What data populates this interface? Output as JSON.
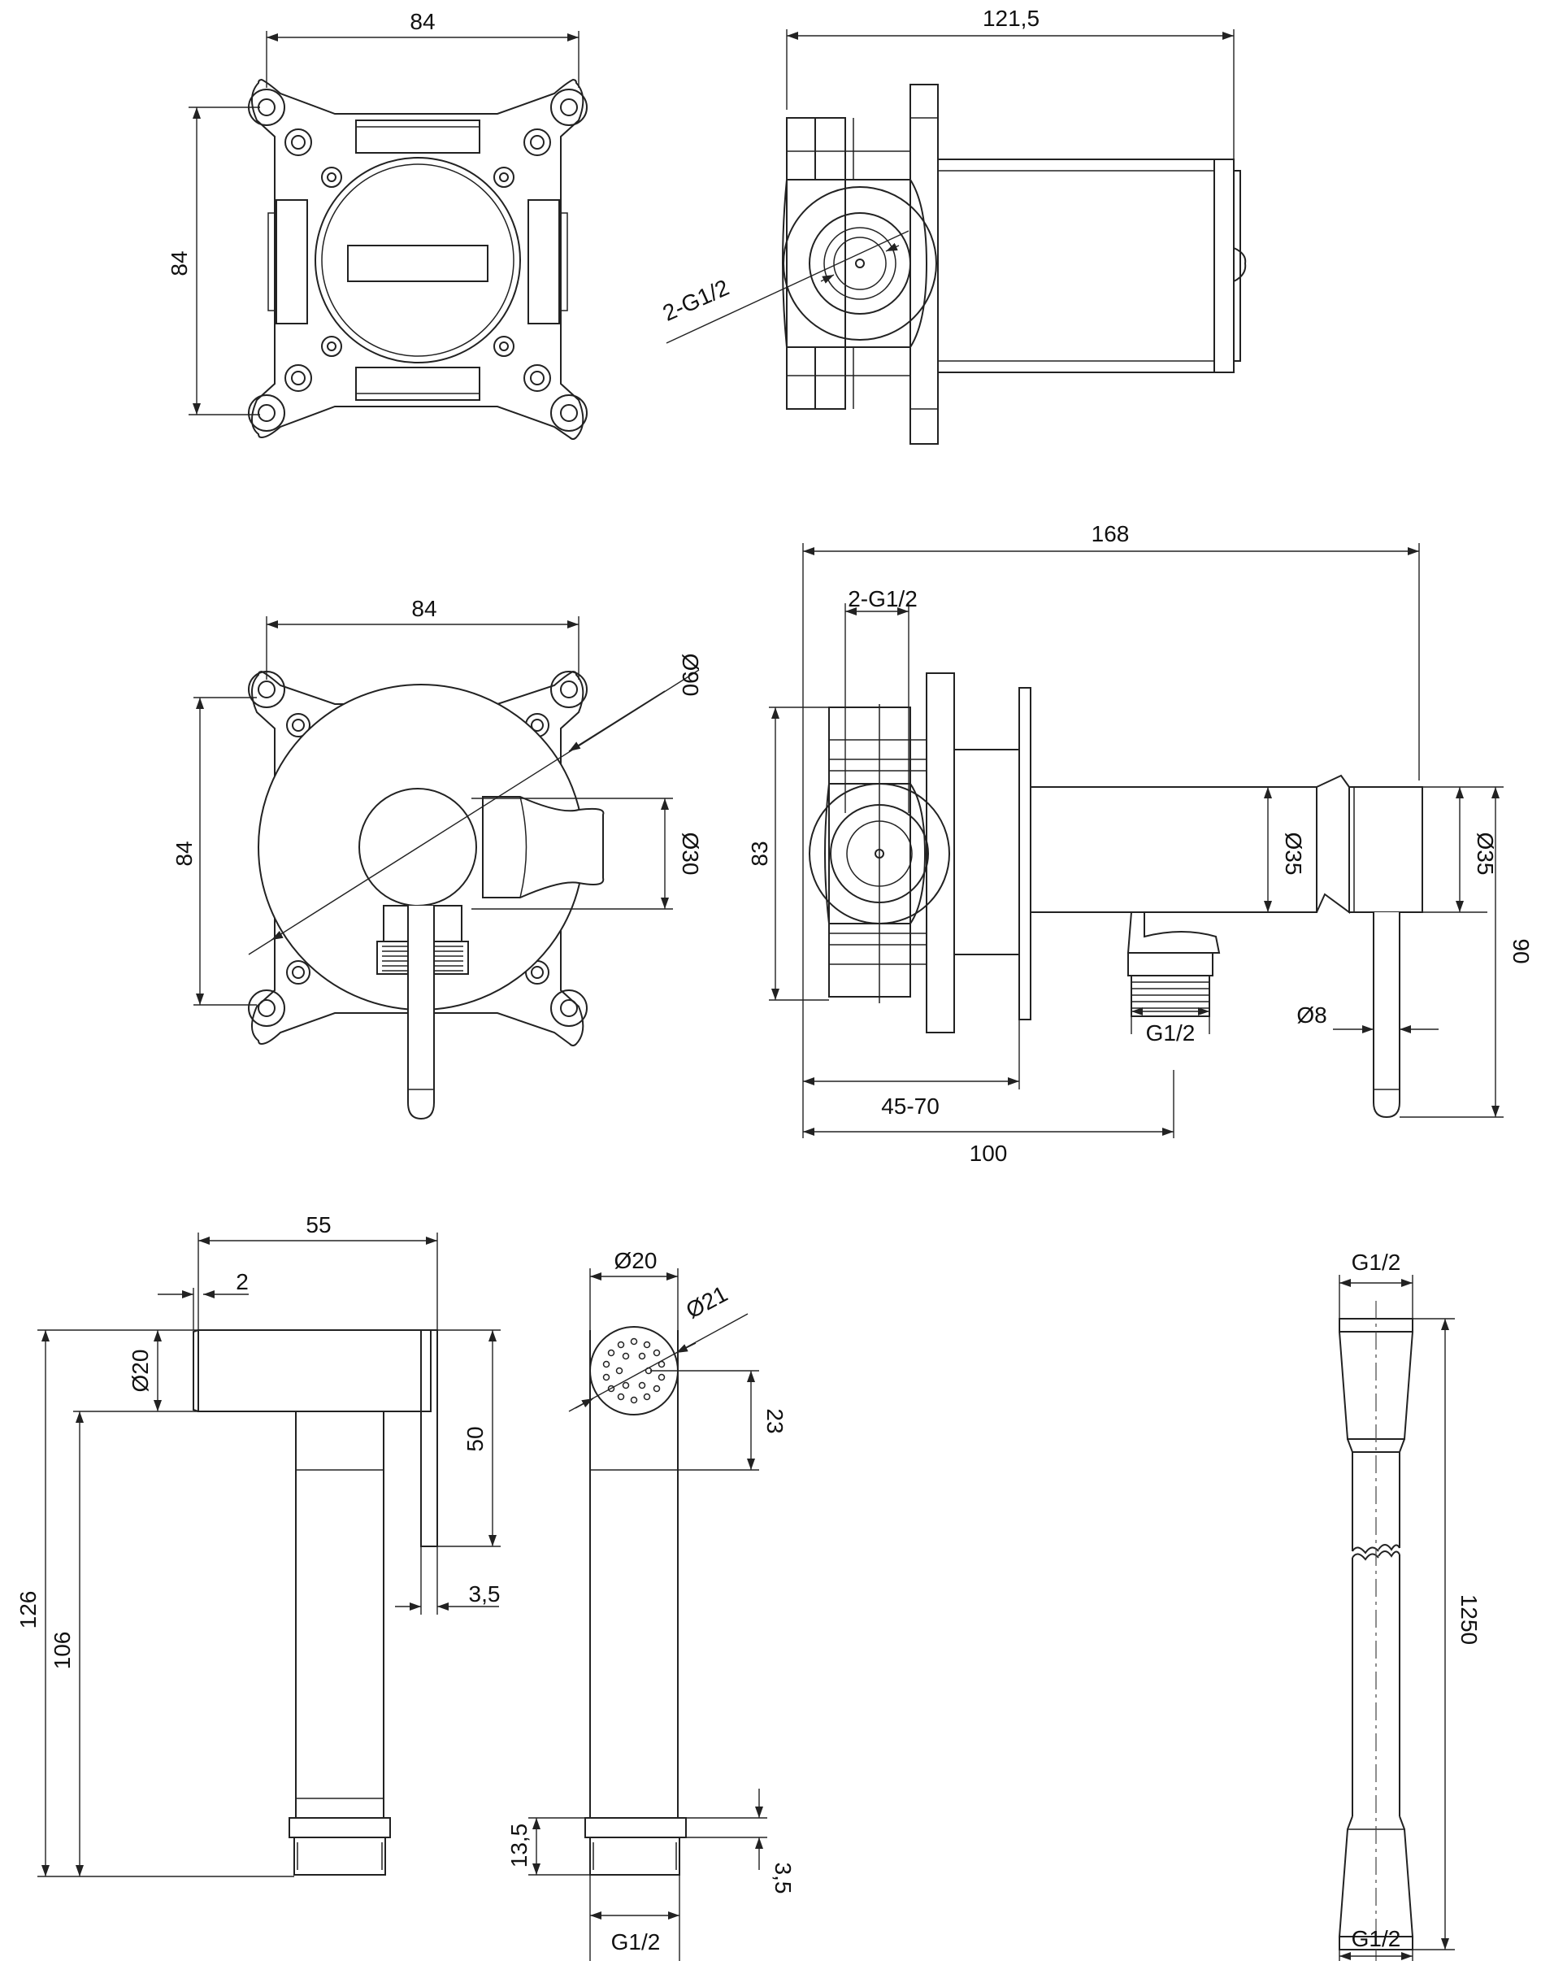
{
  "drawing": {
    "views": {
      "top_left": {
        "width": "84",
        "height": "84"
      },
      "top_right": {
        "length": "121,5",
        "thread": "2-G1/2"
      },
      "middle_left": {
        "width": "84",
        "height": "84",
        "plate_diameter": "Ø90",
        "handle_diameter": "Ø30"
      },
      "middle_right": {
        "overall_length": "168",
        "thread_top": "2-G1/2",
        "box_height": "83",
        "body_diameter": "Ø35",
        "holder_diameter": "Ø35",
        "total_height": "90",
        "lever_diameter": "Ø8",
        "outlet_thread": "G1/2",
        "mounting_depth": "45-70",
        "outlet_distance": "100"
      },
      "shower_side": {
        "length": "55",
        "flange": "2",
        "head_diameter": "Ø20",
        "head_height": "50",
        "offset": "3,5",
        "total_height": "126",
        "handle_height": "106"
      },
      "shower_front": {
        "head_diameter": "Ø20",
        "face_diameter": "Ø21",
        "head_depth": "23",
        "thread_height": "13,5",
        "thread_offset": "3,5",
        "thread": "G1/2"
      },
      "hose": {
        "top_thread": "G1/2",
        "length": "1250",
        "bottom_thread": "G1/2"
      }
    }
  }
}
